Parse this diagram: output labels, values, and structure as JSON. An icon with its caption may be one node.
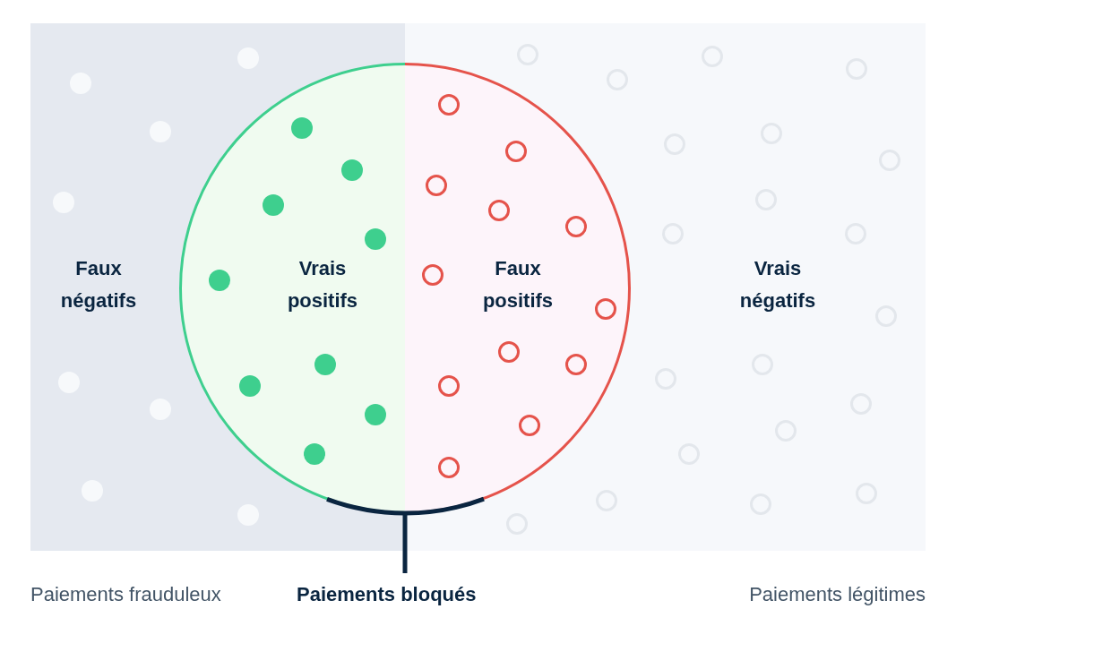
{
  "diagram": {
    "nodes": [
      {
        "text": [
          "Faux négatifs"
        ],
        "beside": [
          "Paiements frauduleux"
        ]
      },
      {
        "text": [
          "Vrais négatifs"
        ],
        "beside": [
          "Paiements légitimes"
        ]
      },
      {
        "text": [
          "Vrais positifs"
        ],
        "in": 0
      },
      {
        "text": [
          "Faux positifs"
        ],
        "in": 1
      }
    ],
    "labels": [
      "Paiements bloqués"
    ]
  }
}
